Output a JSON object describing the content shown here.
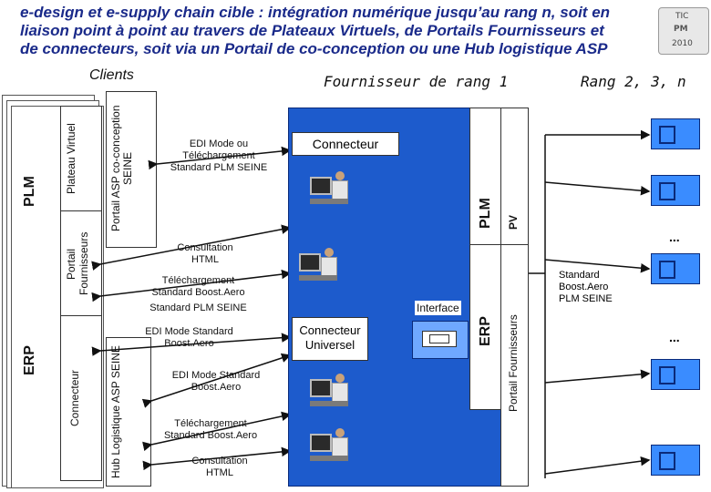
{
  "title": {
    "line1": "e-design et e-supply chain cible : intégration numérique jusqu’au rang n, soit en",
    "line2": "liaison point à point au travers de Plateaux Virtuels, de Portails Fournisseurs et",
    "line3": "de connecteurs, soit via un Portail de co-conception ou une Hub logistique ASP"
  },
  "logo": {
    "top": "TIC",
    "mid": "PM",
    "bottom": "2010"
  },
  "headers": {
    "clients": "Clients",
    "fournisseur": "Fournisseur de rang 1",
    "rang": "Rang 2, 3, n"
  },
  "clients_panel": {
    "plm": "PLM",
    "erp": "ERP",
    "plateau_virtuel": "Plateau Virtuel",
    "portail_fournisseurs": "Portail Fournisseurs",
    "connecteur": "Connecteur",
    "portail_asp": "Portail ASP co-conception SEINE",
    "hub_asp": "Hub Logistique ASP SEINE"
  },
  "flows": {
    "edi_plm": "EDI Mode ou Téléchargement Standard PLM SEINE",
    "consultation_html_1": "Consultation HTML",
    "telechargement_boost": "Téléchargement Standard Boost.Aero",
    "standard_plm": "Standard PLM SEINE",
    "edi_boost_1": "EDI Mode Standard Boost.Aero",
    "edi_boost_2": "EDI Mode Standard Boost.Aero",
    "telechargement_boost_2": "Téléchargement Standard Boost.Aero",
    "consultation_html_2": "Consultation HTML"
  },
  "supplier": {
    "connecteur": "Connecteur",
    "connecteur_universel": "Connecteur Universel",
    "interface": "Interface",
    "plm": "PLM",
    "pv": "PV",
    "erp": "ERP",
    "portail_fournisseurs": "Portail Fournisseurs"
  },
  "right": {
    "standard_label": "Standard Boost.Aero PLM SEINE",
    "ellipsis_1": "...",
    "ellipsis_2": "..."
  },
  "colors": {
    "title": "#1a2a8a",
    "blue": "#1d5bcc",
    "thumb": "#3a8cff"
  }
}
